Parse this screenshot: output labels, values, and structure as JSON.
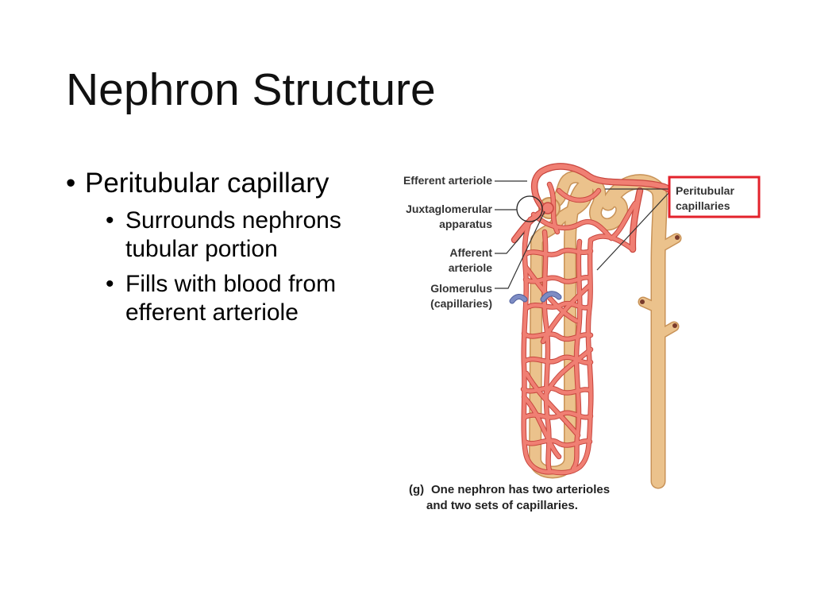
{
  "slide": {
    "title": "Nephron Structure",
    "bullet_glyph": "•",
    "bullets": [
      {
        "text": "Peritubular capillary",
        "sub": [
          "Surrounds nephrons tubular portion",
          "Fills with blood from efferent arteriole"
        ]
      }
    ]
  },
  "figure": {
    "labels": {
      "efferent_arteriole": "Efferent arteriole",
      "juxtaglomerular_apparatus": [
        "Juxtaglomerular",
        "apparatus"
      ],
      "afferent_arteriole": [
        "Afferent",
        "arteriole"
      ],
      "glomerulus": [
        "Glomerulus",
        "(capillaries)"
      ],
      "peritubular_capillaries": [
        "Peritubular",
        "capillaries"
      ]
    },
    "caption": {
      "marker": "(g)",
      "line1": "One nephron has two arterioles",
      "line2": "and two sets of capillaries."
    },
    "colors": {
      "tubule": "#ebc28c",
      "tubule_outline": "#c89257",
      "capillary": "#f07f73",
      "capillary_outline": "#c8473f",
      "vein": "#7d8cc4",
      "vein_outline": "#4f5f9c",
      "highlight_box": "#e3222b",
      "leader_line": "#333333"
    }
  }
}
